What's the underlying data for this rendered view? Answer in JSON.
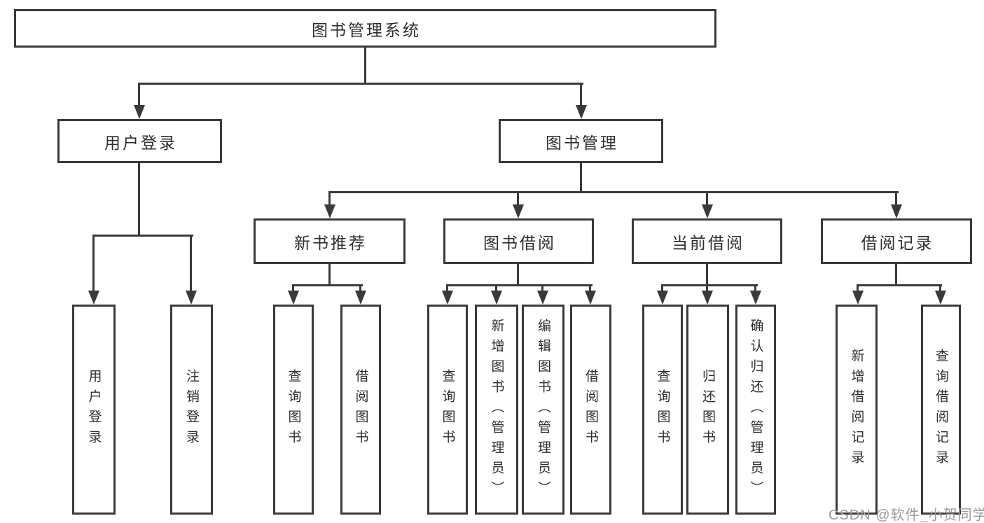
{
  "diagram_title": "图书管理系统",
  "tree": {
    "root": {
      "label": "图书管理系统",
      "children": [
        {
          "label": "用户登录",
          "children": [
            {
              "label": "用户登录"
            },
            {
              "label": "注销登录"
            }
          ]
        },
        {
          "label": "图书管理",
          "children": [
            {
              "label": "新书推荐",
              "children": [
                {
                  "label": "查询图书"
                },
                {
                  "label": "借阅图书"
                }
              ]
            },
            {
              "label": "图书借阅",
              "children": [
                {
                  "label": "查询图书"
                },
                {
                  "label": "新增图书（管理员）"
                },
                {
                  "label": "编辑图书（管理员）"
                },
                {
                  "label": "借阅图书"
                }
              ]
            },
            {
              "label": "当前借阅",
              "children": [
                {
                  "label": "查询图书"
                },
                {
                  "label": "归还图书"
                },
                {
                  "label": "确认归还（管理员）"
                }
              ]
            },
            {
              "label": "借阅记录",
              "children": [
                {
                  "label": "新增借阅记录"
                },
                {
                  "label": "查询借阅记录"
                }
              ]
            }
          ]
        }
      ]
    }
  },
  "watermark": {
    "text": "CSDN @软件_小贺同学"
  },
  "colors": {
    "line": "#3a3a3a",
    "text": "#2e2e2e",
    "watermark": "#9b9b9b",
    "background": "#ffffff"
  }
}
